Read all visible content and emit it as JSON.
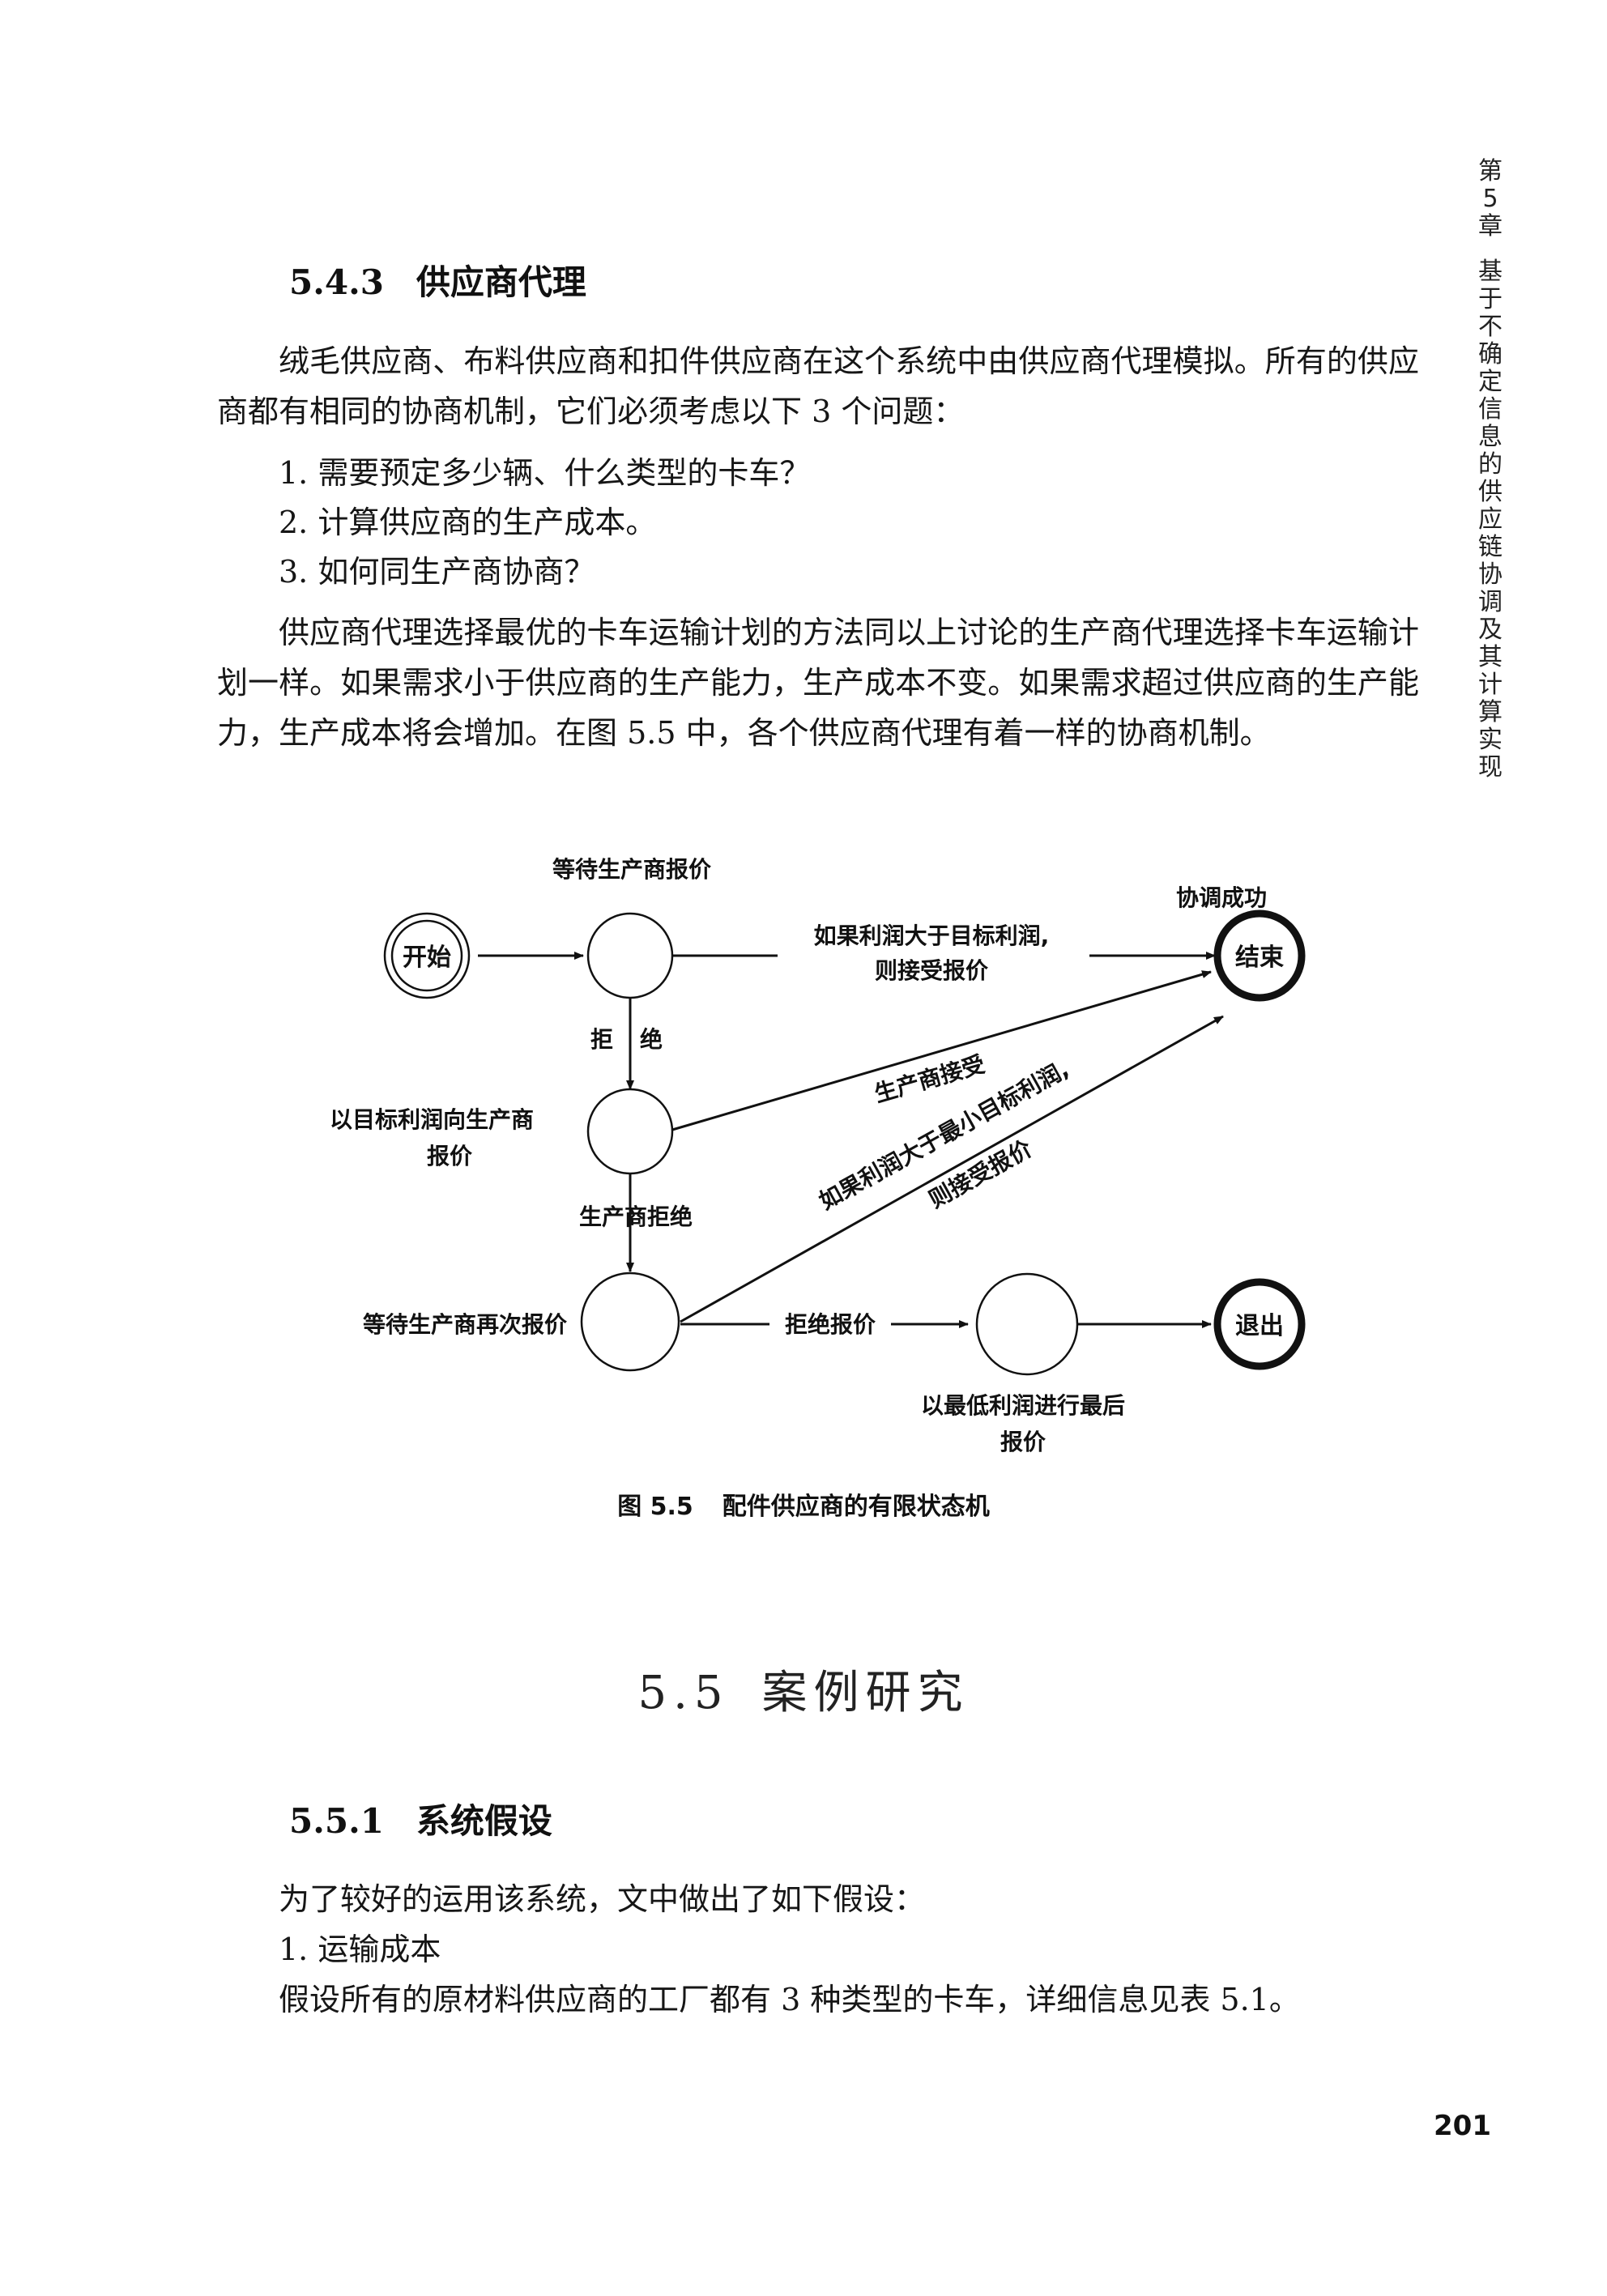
{
  "side_header": {
    "chapter_prefix": "第",
    "chapter_number": "5",
    "chapter_suffix": "章",
    "title_chars": [
      "基",
      "于",
      "不",
      "确",
      "定",
      "信",
      "息",
      "的",
      "供",
      "应",
      "链",
      "协",
      "调",
      "及",
      "其",
      "计",
      "算",
      "实",
      "现"
    ]
  },
  "section_543": {
    "number": "5.4.3",
    "title": "供应商代理",
    "intro_paragraph": "绒毛供应商、布料供应商和扣件供应商在这个系统中由供应商代理模拟。所有的供应商都有相同的协商机制，它们必须考虑以下 3 个问题：",
    "questions": [
      "1. 需要预定多少辆、什么类型的卡车？",
      "2. 计算供应商的生产成本。",
      "3. 如何同生产商协商？"
    ],
    "paragraph_2": "供应商代理选择最优的卡车运输计划的方法同以上讨论的生产商代理选择卡车运输计划一样。如果需求小于供应商的生产能力，生产成本不变。如果需求超过供应商的生产能力，生产成本将会增加。在图 5.5 中，各个供应商代理有着一样的协商机制。"
  },
  "figure": {
    "states": {
      "start": "开始",
      "end": "结束",
      "exit": "退出",
      "wait_quote": "等待生产商报价",
      "success": "协调成功",
      "offer_target_line1": "以目标利润向生产商",
      "offer_target_line2": "报价",
      "wait_again": "等待生产商再次报价",
      "final_offer_line1": "以最低利润进行最后",
      "final_offer_line2": "报价"
    },
    "transitions": {
      "accept_if_target_line1": "如果利润大于目标利润,",
      "accept_if_target_line2": "则接受报价",
      "reject_char1": "拒",
      "reject_char2": "绝",
      "producer_accepts": "生产商接受",
      "producer_rejects": "生产商拒绝",
      "accept_if_min_line1": "如果利润大于最小目标利润,",
      "accept_if_min_line2": "则接受报价",
      "reject_offer": "拒绝报价"
    },
    "caption_number": "图 5.5",
    "caption_title": "配件供应商的有限状态机"
  },
  "section_55": {
    "number": "5.5",
    "title": "案例研究"
  },
  "section_551": {
    "number": "5.5.1",
    "title": "系统假设",
    "intro": "为了较好的运用该系统，文中做出了如下假设：",
    "item_1": "1. 运输成本",
    "item_1_text": "假设所有的原材料供应商的工厂都有 3 种类型的卡车，详细信息见表 5.1。"
  },
  "page_number": "201"
}
